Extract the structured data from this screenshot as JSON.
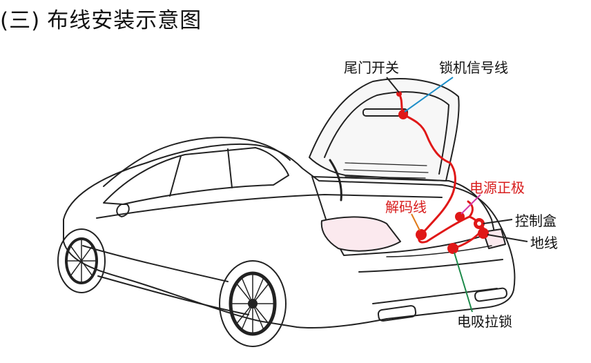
{
  "heading": {
    "number": "(三)",
    "title": "布线安装示意图"
  },
  "labels": {
    "tailgate_switch": "尾门开关",
    "lock_signal_wire": "锁机信号线",
    "power_positive": "电源正极",
    "decode_wire": "解码线",
    "control_box": "控制盒",
    "ground_wire": "地线",
    "electric_suction_lock": "电吸拉锁"
  },
  "colors": {
    "wire": "#e01818",
    "lock_signal_leader": "#1f8fc9",
    "power_leader": "#d43aa6",
    "decode_leader": "#e07a1a",
    "suction_leader": "#1d8a4a",
    "label_red": "#d81e1e"
  }
}
